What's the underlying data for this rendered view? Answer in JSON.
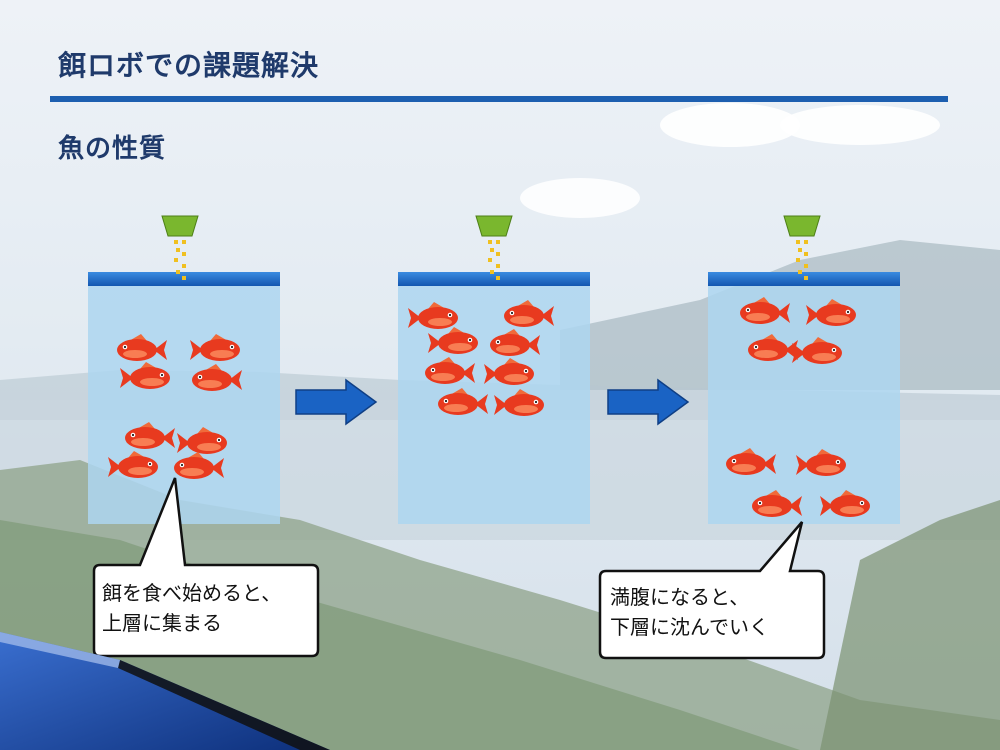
{
  "slide": {
    "title": "餌ロボでの課題解決",
    "subtitle": "魚の性質"
  },
  "callouts": [
    {
      "lines": [
        "餌を食べ始めると、",
        "上層に集まる"
      ]
    },
    {
      "lines": [
        "満腹になると、",
        "下層に沈んでいく"
      ]
    }
  ],
  "colors": {
    "title": "#1f3a6b",
    "rule": "#1d5fb0",
    "water": "#add6f0",
    "surface": "#1d5fb0",
    "feeder": "#7ab72e",
    "feed": "#f0c020",
    "arrow": "#1a63c4",
    "fish": "#e83a1f"
  },
  "tanks": [
    {
      "name": "tank-before",
      "fish_count": 8
    },
    {
      "name": "tank-feeding",
      "fish_count": 8
    },
    {
      "name": "tank-full",
      "fish_count": 8
    }
  ]
}
